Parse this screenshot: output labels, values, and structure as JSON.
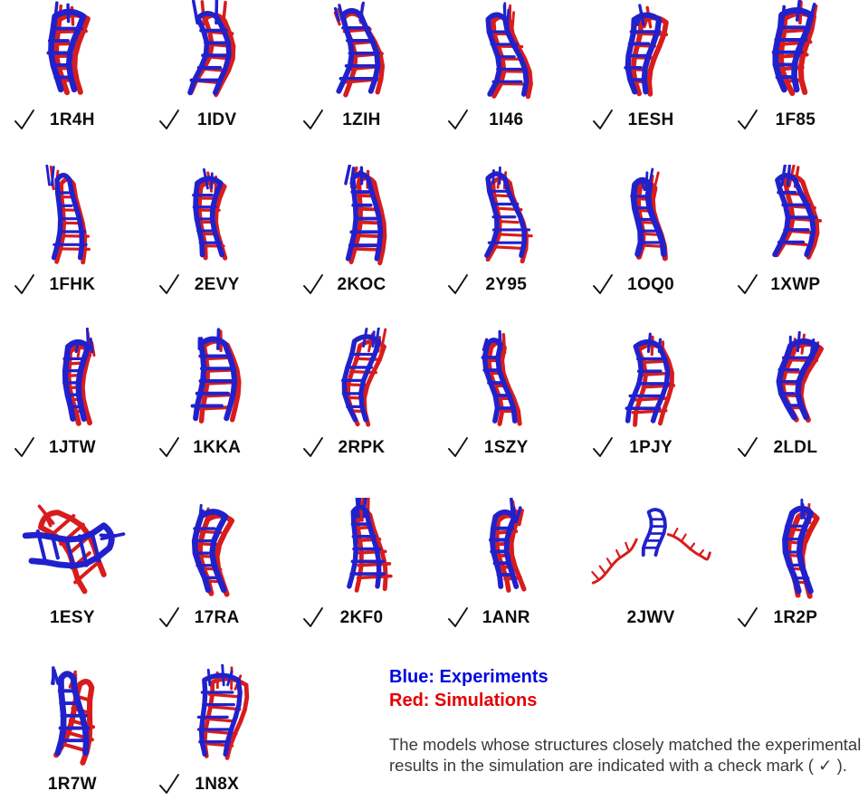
{
  "legend": {
    "blue": "Blue: Experiments",
    "red": "Red: Simulations",
    "blue_color": "#0008dd",
    "red_color": "#e60000"
  },
  "caption": {
    "text": "The models whose structures closely matched the experimental results in the simulation are indicated with a check mark ( ✓ )."
  },
  "colors": {
    "experiment_blue": "#2121cc",
    "simulation_red": "#d81c1c",
    "check_black": "#111111"
  },
  "grid": {
    "columns": 6,
    "rows": 5
  },
  "structures": [
    {
      "id": "1R4H",
      "checked": true,
      "variant": "overlay"
    },
    {
      "id": "1IDV",
      "checked": true,
      "variant": "overlay"
    },
    {
      "id": "1ZIH",
      "checked": true,
      "variant": "overlay"
    },
    {
      "id": "1I46",
      "checked": true,
      "variant": "overlay"
    },
    {
      "id": "1ESH",
      "checked": true,
      "variant": "overlay"
    },
    {
      "id": "1F85",
      "checked": true,
      "variant": "overlay"
    },
    {
      "id": "1FHK",
      "checked": true,
      "variant": "overlay"
    },
    {
      "id": "2EVY",
      "checked": true,
      "variant": "overlay"
    },
    {
      "id": "2KOC",
      "checked": true,
      "variant": "overlay"
    },
    {
      "id": "2Y95",
      "checked": true,
      "variant": "overlay"
    },
    {
      "id": "1OQ0",
      "checked": true,
      "variant": "overlay"
    },
    {
      "id": "1XWP",
      "checked": true,
      "variant": "overlay"
    },
    {
      "id": "1JTW",
      "checked": true,
      "variant": "overlay"
    },
    {
      "id": "1KKA",
      "checked": true,
      "variant": "overlay"
    },
    {
      "id": "2RPK",
      "checked": true,
      "variant": "overlay"
    },
    {
      "id": "1SZY",
      "checked": true,
      "variant": "overlay"
    },
    {
      "id": "1PJY",
      "checked": true,
      "variant": "overlay"
    },
    {
      "id": "2LDL",
      "checked": true,
      "variant": "overlay"
    },
    {
      "id": "1ESY",
      "checked": false,
      "variant": "tangle"
    },
    {
      "id": "17RA",
      "checked": true,
      "variant": "overlay"
    },
    {
      "id": "2KF0",
      "checked": true,
      "variant": "overlay"
    },
    {
      "id": "1ANR",
      "checked": true,
      "variant": "overlay"
    },
    {
      "id": "2JWV",
      "checked": false,
      "variant": "extended"
    },
    {
      "id": "1R2P",
      "checked": true,
      "variant": "overlay"
    },
    {
      "id": "1R7W",
      "checked": false,
      "variant": "loose"
    },
    {
      "id": "1N8X",
      "checked": true,
      "variant": "overlay"
    }
  ]
}
